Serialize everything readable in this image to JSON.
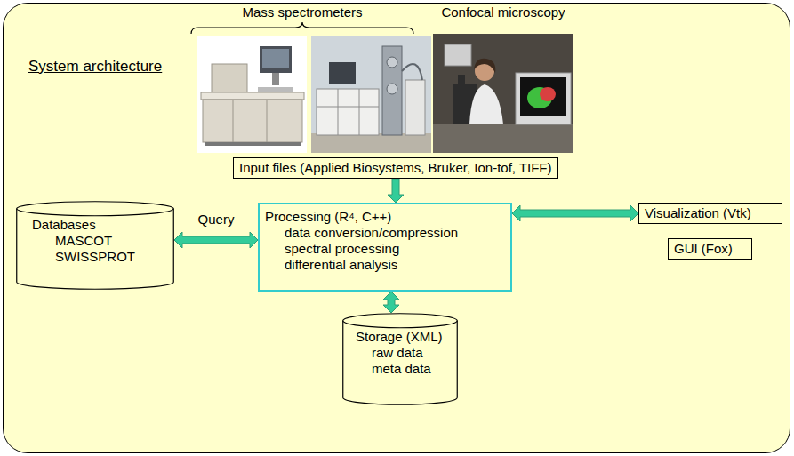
{
  "diagram": {
    "nodes": [
      {
        "text": [
          "System architecture"
        ]
      },
      {
        "text": [
          "Input files (Applied Biosystems, Bruker, Ion-tof, TIFF)"
        ],
        "in": 0
      },
      {
        "text": [
          "Databases",
          "MASCOT",
          "SWISSPROT"
        ],
        "in": 0
      },
      {
        "text": [
          "Processing (R⁴, C++)",
          "data conversion/compression",
          "spectral processing",
          "differential analysis"
        ],
        "in": 0
      },
      {
        "text": [
          "Visualization (Vtk)"
        ],
        "in": 0
      },
      {
        "text": [
          "GUI (Fox)"
        ],
        "in": 0
      },
      {
        "text": [
          "Storage (XML)",
          "raw data",
          "meta data"
        ],
        "in": 0
      }
    ],
    "edges": [
      {
        "from": 1,
        "to": 3,
        "arrow": "to"
      },
      {
        "from": 2,
        "to": 3,
        "label": "Query",
        "arrow": "both"
      },
      {
        "from": 3,
        "to": 4,
        "arrow": "both"
      },
      {
        "from": 3,
        "to": 6,
        "arrow": "both"
      }
    ],
    "labels": [
      "Mass spectrometers",
      "Confocal microscopy"
    ]
  }
}
